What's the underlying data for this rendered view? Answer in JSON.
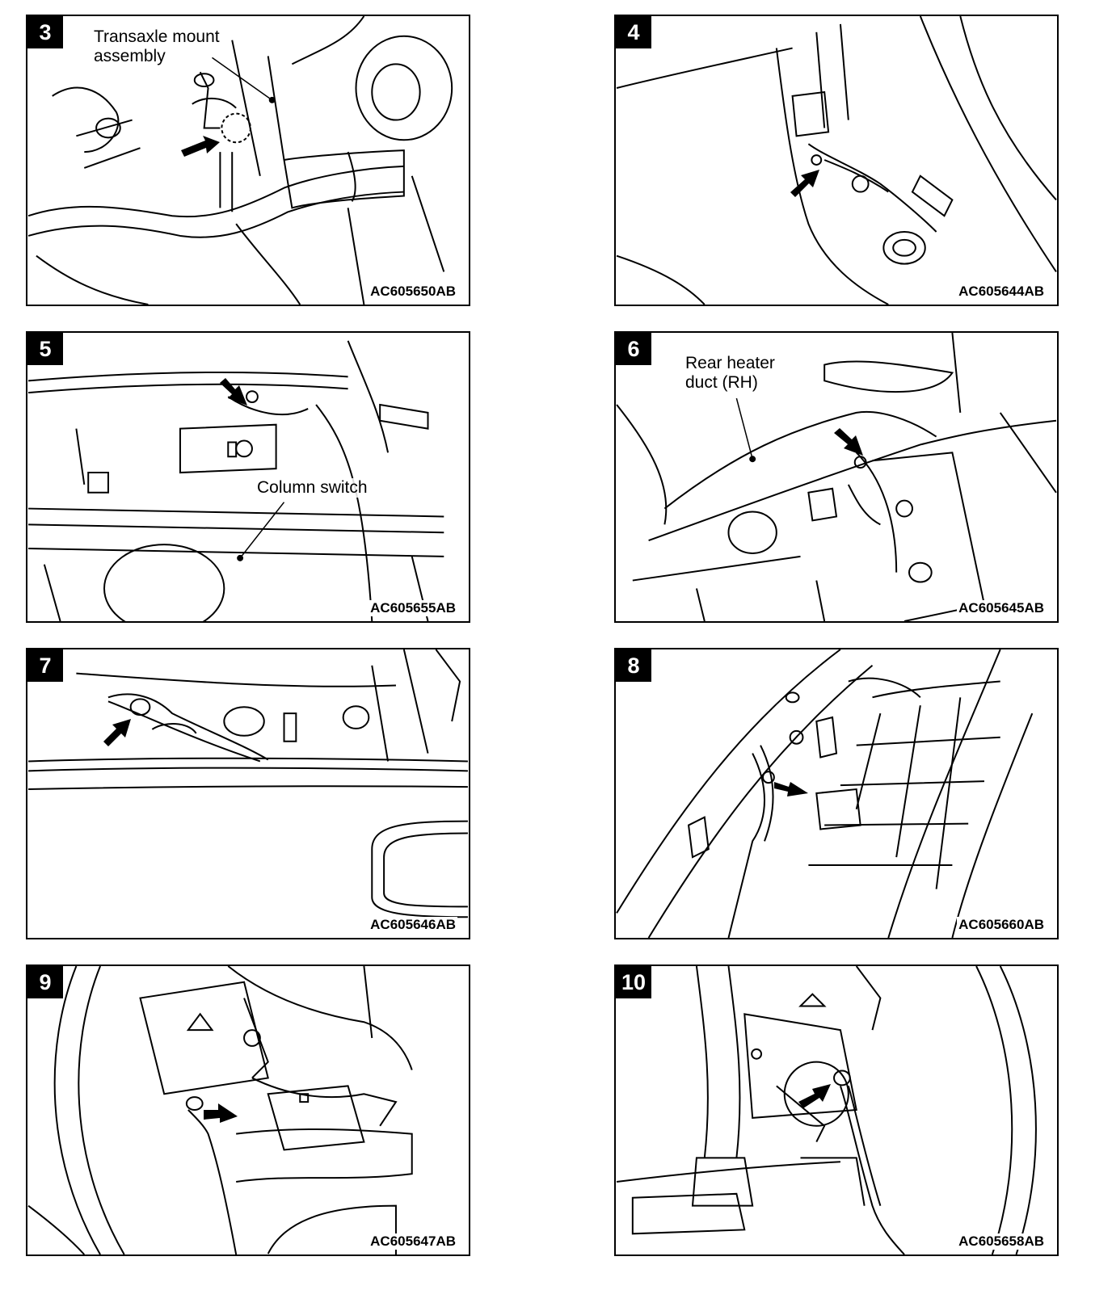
{
  "panels": [
    {
      "step": "3",
      "code": "AC605650AB",
      "labels": [
        "Transaxle mount",
        "assembly"
      ]
    },
    {
      "step": "4",
      "code": "AC605644AB",
      "labels": []
    },
    {
      "step": "5",
      "code": "AC605655AB",
      "labels": [
        "Column switch"
      ]
    },
    {
      "step": "6",
      "code": "AC605645AB",
      "labels": [
        "Rear heater",
        "duct (RH)"
      ]
    },
    {
      "step": "7",
      "code": "AC605646AB",
      "labels": []
    },
    {
      "step": "8",
      "code": "AC605660AB",
      "labels": []
    },
    {
      "step": "9",
      "code": "AC605647AB",
      "labels": []
    },
    {
      "step": "10",
      "code": "AC605658AB",
      "labels": []
    }
  ],
  "icons": {
    "pointer": "arrow-pointer-icon"
  }
}
